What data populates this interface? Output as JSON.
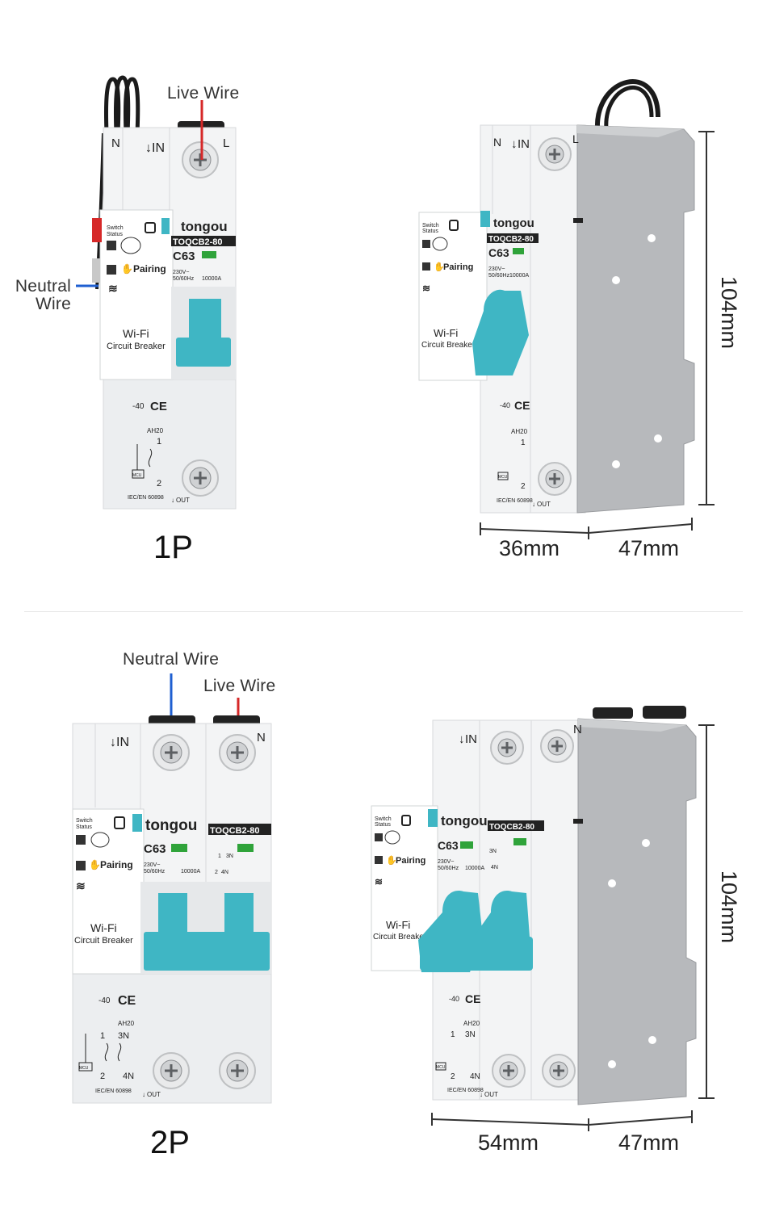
{
  "colors": {
    "live": "#d62828",
    "neutral": "#1f5fd1",
    "toggle": "#3fb6c4",
    "body": "#f4f5f6",
    "housing": "#b7b9bc",
    "indicator": "#2fa33a"
  },
  "device": {
    "brand": "tongou",
    "model": "TOQCB2-80",
    "rating": "C63",
    "voltage": "230V~",
    "frequency": "50/60Hz",
    "capacity": "10000A",
    "status_label_1": "Switch",
    "status_label_2": "Status",
    "pairing": "Pairing",
    "product_line_1": "Wi-Fi",
    "product_line_2": "Circuit Breaker",
    "standard": "IEC/EN 60898",
    "ce": "CE",
    "code": "AH20",
    "mcu": "MCU",
    "wifi_small": "Wi-Fi",
    "in": "IN",
    "out": "OUT",
    "pole_n": "N",
    "pole_l": "L",
    "terminal_1": "1",
    "terminal_2": "2",
    "terminal_3n": "3N",
    "terminal_4n": "4N",
    "minus40": "-40"
  },
  "one_pole": {
    "label": "1P",
    "callout_live": "Live Wire",
    "callout_neutral_1": "Neutral",
    "callout_neutral_2": "Wire",
    "dim_width": "36mm",
    "dim_depth": "47mm",
    "dim_height": "104mm"
  },
  "two_pole": {
    "label": "2P",
    "callout_neutral": "Neutral Wire",
    "callout_live": "Live Wire",
    "dim_width": "54mm",
    "dim_depth": "47mm",
    "dim_height": "104mm"
  }
}
